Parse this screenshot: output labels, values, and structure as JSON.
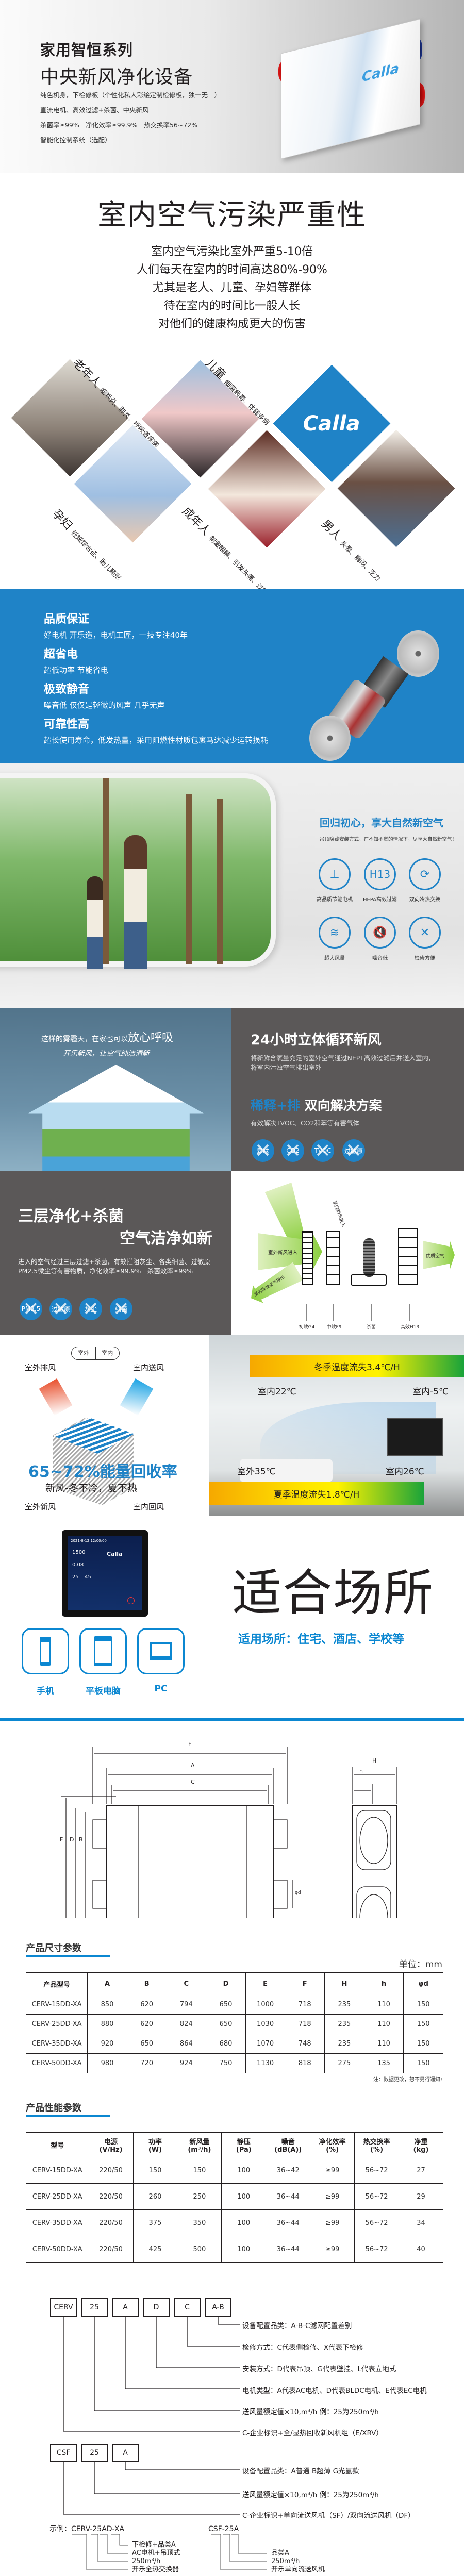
{
  "hero": {
    "series": "家用智恒系列",
    "product": "中央新风净化设备",
    "specs": [
      "纯色机身，下检修板（个性化私人彩绘定制检修板，独一无二）",
      "直流电机、高效过滤+杀菌、中央新风",
      "杀菌率≥99%　净化效率≥99.9%　热交换率56~72%",
      "智能化控制系统（选配）"
    ],
    "brand": "Calla"
  },
  "pollution": {
    "title": "室内空气污染严重性",
    "lines": [
      "室内空气污染比室外严重5-10倍",
      "人们每天在室内的时间高达80%-90%",
      "尤其是老人、儿童、孕妇等群体",
      "待在室内的时间比一般人长",
      "对他们的健康构成更大的伤害"
    ],
    "groups": [
      {
        "name": "老年人",
        "issues": "咽喉炎、肺炎、呼吸道疾病"
      },
      {
        "name": "儿童",
        "issues": "细菌病毒、体弱多病"
      },
      {
        "name": "孕妇",
        "issues": "妊娠综合征、胎儿畸形"
      },
      {
        "name": "成年人",
        "issues": "刺激眼睛、引发头痛、过敏"
      },
      {
        "name": "男人",
        "issues": "头晕、胸闷、乏力"
      }
    ],
    "logo": "Calla"
  },
  "features": [
    {
      "title": "品质保证",
      "desc": "好电机 开乐造，电机工匠，一技专注40年"
    },
    {
      "title": "超省电",
      "desc": "超低功率 节能省电"
    },
    {
      "title": "极致静音",
      "desc": "噪音低 仅仅是轻微的风声 几乎无声"
    },
    {
      "title": "可靠性高",
      "desc": "超长使用寿命，低发热量，采用阻燃性材质包裹马达减少运转损耗"
    }
  ],
  "nature": {
    "title": "回归初心，享大自然新空气",
    "subtitle": "吊顶隐藏安装方式，在不知不觉的情况下，尽享大自然新空气！",
    "icons": [
      {
        "icon": "motor-icon",
        "glyph": "⊥",
        "label": "高品质节能电机"
      },
      {
        "icon": "h13-icon",
        "glyph": "H13",
        "label": "HEPA高效过滤"
      },
      {
        "icon": "exchange-icon",
        "glyph": "⟳",
        "label": "双向冷热交换"
      },
      {
        "icon": "wind-icon",
        "glyph": "≋",
        "label": "超大风量"
      },
      {
        "icon": "mute-icon",
        "glyph": "🔇",
        "label": "噪音低"
      },
      {
        "icon": "tools-icon",
        "glyph": "✕",
        "label": "检修方便"
      }
    ]
  },
  "haze": {
    "line1": "这样的雾霾天，在家也可以",
    "line1_em": "放心呼吸",
    "line2": "开乐新风，让空气纯洁清新",
    "title": "24小时立体循环新风",
    "desc": [
      "将新鲜含氧量充足的室外空气通过NEPT高效过滤后并送入室内，",
      "将室内污浊空气排出室外"
    ],
    "sol_accent": "稀释+排",
    "sol_title": "双向解决方案",
    "sol_desc": "有效解决TVOC、CO2和苯等有害气体",
    "removed": [
      "异味",
      "CO2",
      "TVOC",
      "过敏原"
    ]
  },
  "three": {
    "title": "三层净化+杀菌",
    "title2": "空气洁净如新",
    "desc": [
      "进入的空气经过三层过滤+杀菌，有效拦阻灰尘、各类细菌、过敏原",
      "PM2.5微尘等有害物质，净化效率≥99.9%　杀菌效率≥99%"
    ],
    "removed": [
      "PM2.5",
      "过敏原",
      "灰尘",
      "细菌"
    ],
    "diagram": {
      "in_outdoor": "室外新风进入",
      "in_indoor": "室内新风进入",
      "out_indoor": "室内浑浊空气排出",
      "out": "优质空气",
      "stages": [
        "初效G4",
        "中效F9",
        "杀菌",
        "高效H13"
      ]
    }
  },
  "heat": {
    "switch": [
      "室外",
      "室内"
    ],
    "exhaust": "室外排风",
    "supply": "室内送风",
    "fresh": "室外新风",
    "return": "室内回风",
    "rate": "65~72%能量回收率",
    "slogan": "新风-冬不冷，夏不热",
    "winter": "冬季温度流失3.4℃/H",
    "summer": "夏季温度流失1.8℃/H",
    "t_in_22": "室内22℃",
    "t_in_m5": "室内-5℃",
    "t_out_35": "室外35℃",
    "t_in_26": "室内26℃"
  },
  "controller": {
    "screen": {
      "datetime": "2021-8-12  12:00:00",
      "co2": "1500",
      "tvoc": "0.08",
      "temp": "25",
      "hum": "45",
      "brand": "Calla"
    },
    "devices": [
      {
        "icon": "phone-icon",
        "label": "手机"
      },
      {
        "icon": "tablet-icon",
        "label": "平板电脑"
      },
      {
        "icon": "laptop-icon",
        "label": "PC"
      }
    ],
    "title": "适合场所",
    "places": "适用场所：住宅、酒店、学校等"
  },
  "drawing": {
    "labels": [
      "E",
      "A",
      "C",
      "F",
      "D",
      "B",
      "H",
      "h",
      "φd"
    ]
  },
  "dims": {
    "title": "产品尺寸参数",
    "unit": "单位：mm",
    "note": "注：数据更改，恕不另行通知!",
    "headers": [
      "产品型号",
      "A",
      "B",
      "C",
      "D",
      "E",
      "F",
      "H",
      "h",
      "φd"
    ],
    "rows": [
      [
        "CERV-15DD-XA",
        "850",
        "620",
        "794",
        "650",
        "1000",
        "718",
        "235",
        "110",
        "150"
      ],
      [
        "CERV-25DD-XA",
        "880",
        "620",
        "824",
        "650",
        "1030",
        "718",
        "235",
        "110",
        "150"
      ],
      [
        "CERV-35DD-XA",
        "920",
        "650",
        "864",
        "680",
        "1070",
        "748",
        "235",
        "110",
        "150"
      ],
      [
        "CERV-50DD-XA",
        "980",
        "720",
        "924",
        "750",
        "1130",
        "818",
        "275",
        "135",
        "150"
      ]
    ]
  },
  "perf": {
    "title": "产品性能参数",
    "headers": [
      [
        "型号",
        ""
      ],
      [
        "电源",
        "(V/Hz)"
      ],
      [
        "功率",
        "(W)"
      ],
      [
        "新风量",
        "(m³/h)"
      ],
      [
        "静压",
        "(Pa)"
      ],
      [
        "噪音",
        "(dB(A))"
      ],
      [
        "净化效率",
        "(%)"
      ],
      [
        "热交换率",
        "(%)"
      ],
      [
        "净重",
        "(kg)"
      ]
    ],
    "rows": [
      [
        "CERV-15DD-XA",
        "220/50",
        "150",
        "150",
        "100",
        "36~42",
        "≥99",
        "56~72",
        "27"
      ],
      [
        "CERV-25DD-XA",
        "220/50",
        "260",
        "250",
        "100",
        "36~44",
        "≥99",
        "56~72",
        "29"
      ],
      [
        "CERV-35DD-XA",
        "220/50",
        "375",
        "350",
        "100",
        "36~44",
        "≥99",
        "56~72",
        "34"
      ],
      [
        "CERV-50DD-XA",
        "220/50",
        "425",
        "500",
        "100",
        "36~44",
        "≥99",
        "56~72",
        "40"
      ]
    ]
  },
  "code": {
    "cerv_boxes": [
      "CERV",
      "25",
      "A",
      "D",
      "C",
      "A-B"
    ],
    "cerv_desc": [
      "设备配置品类：A-B-C滤网配置差别",
      "检修方式：C代表侧检修、X代表下检修",
      "安装方式：D代表吊顶、G代表壁挂、L代表立地式",
      "电机类型：A代表AC电机、D代表BLDC电机、E代表EC电机",
      "送风量额定值×10,m³/h  例：25为250m³/h",
      "C-企业标识+全/显热回收新风机组（E/XRV）"
    ],
    "csf_boxes": [
      "CSF",
      "25",
      "A"
    ],
    "csf_desc": [
      "设备配置品类：A普通 B超薄 G光氢款",
      "送风量额定值×10,m³/h  例：25为250m³/h",
      "C-企业标识+单向流送风机（SF）/双向流送风机（DF）"
    ],
    "example1": "示例：CERV-25AD-XA",
    "example1_items": [
      "下检修+品类A",
      "AC电机+吊顶式",
      "250m³/h",
      "开乐全热交换器"
    ],
    "example2": "CSF-25A",
    "example2_items": [
      "品类A",
      "250m³/h",
      "开乐单向流送风机"
    ]
  }
}
